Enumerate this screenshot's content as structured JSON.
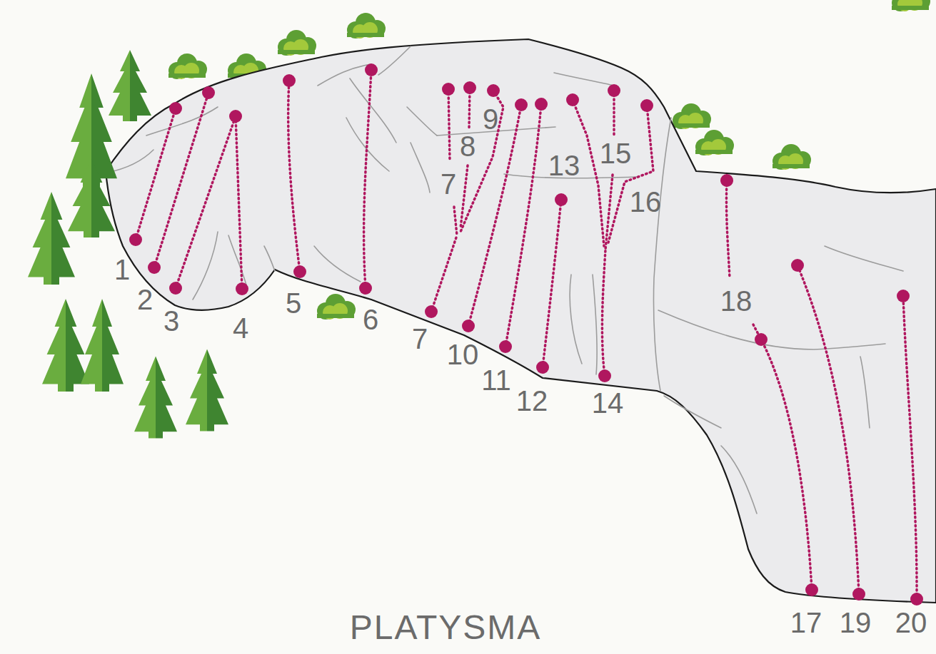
{
  "diagram": {
    "title": "PLATYSMA",
    "labels": [
      "9",
      "8",
      "13",
      "15",
      "7",
      "16",
      "1",
      "2",
      "5",
      "18",
      "3",
      "4",
      "6",
      "7",
      "10",
      "11",
      "12",
      "14",
      "17",
      "19",
      "20"
    ]
  }
}
